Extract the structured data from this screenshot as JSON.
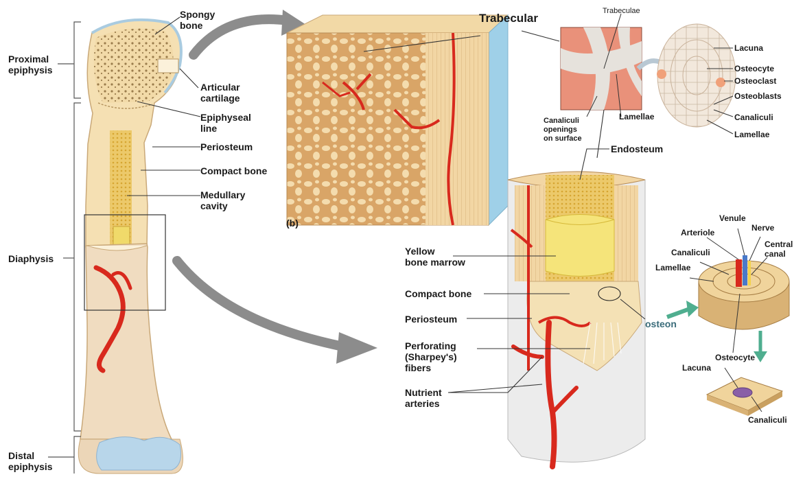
{
  "labels": {
    "spongy_bone": "Spongy\nbone",
    "proximal_epiphysis": "Proximal\nepiphysis",
    "articular_cartilage": "Articular\ncartilage",
    "epiphyseal_line": "Epiphyseal\nline",
    "periosteum_left": "Periosteum",
    "compact_bone_left": "Compact bone",
    "medullary_cavity": "Medullary\ncavity",
    "diaphysis": "Diaphysis",
    "distal_epiphysis": "Distal\nepiphysis",
    "panel_b": "(b)",
    "trabecular": "Trabecular",
    "trabeculae": "Trabeculae",
    "canaliculi_openings": "Canaliculi\nopenings\non surface",
    "lamellae_mid": "Lamellae",
    "lacuna_top": "Lacuna",
    "osteocyte_top": "Osteocyte",
    "osteoclast": "Osteoclast",
    "osteoblasts": "Osteoblasts",
    "canaliculi_top": "Canaliculi",
    "lamellae_top": "Lamellae",
    "endosteum": "Endosteum",
    "yellow_bone_marrow": "Yellow\nbone marrow",
    "compact_bone_right": "Compact bone",
    "periosteum_right": "Periosteum",
    "perforating_fibers": "Perforating\n(Sharpey's)\nfibers",
    "nutrient_arteries": "Nutrient\narteries",
    "osteon": "osteon",
    "venule": "Venule",
    "arteriole": "Arteriole",
    "nerve": "Nerve",
    "canaliculi_osteon": "Canaliculi",
    "central_canal": "Central\ncanal",
    "lamellae_osteon": "Lamellae",
    "osteocyte_bottom": "Osteocyte",
    "lacuna_bottom": "Lacuna",
    "canaliculi_bottom": "Canaliculi"
  },
  "colors": {
    "bone": "#f3dcb0",
    "bone_dark": "#e3c48c",
    "cartilage": "#b8cfe6",
    "artery": "#d8291d",
    "marrow": "#f1dc6a",
    "arrow_gray": "#8c8c8c",
    "teal": "#3a6c7a",
    "green_arrow": "#4fae8f"
  }
}
